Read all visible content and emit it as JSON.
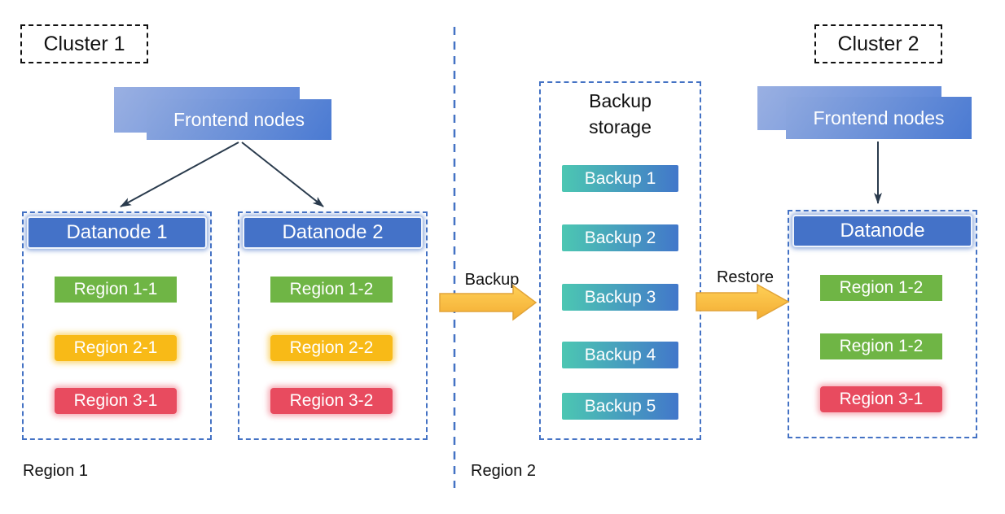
{
  "diagram": {
    "cluster1": {
      "label": "Cluster 1",
      "frontend_label": "Frontend nodes",
      "datanodes": [
        {
          "title": "Datanode 1",
          "regions": [
            {
              "label": "Region 1-1",
              "color": "green"
            },
            {
              "label": "Region 2-1",
              "color": "yellow"
            },
            {
              "label": "Region 3-1",
              "color": "red"
            }
          ]
        },
        {
          "title": "Datanode 2",
          "regions": [
            {
              "label": "Region 1-2",
              "color": "green"
            },
            {
              "label": "Region 2-2",
              "color": "yellow"
            },
            {
              "label": "Region 3-2",
              "color": "red"
            }
          ]
        }
      ],
      "region_label": "Region 1"
    },
    "backup_storage": {
      "title": "Backup storage",
      "items": [
        "Backup 1",
        "Backup 2",
        "Backup 3",
        "Backup 4",
        "Backup 5"
      ]
    },
    "cluster2": {
      "label": "Cluster 2",
      "frontend_label": "Frontend nodes",
      "datanode": {
        "title": "Datanode",
        "regions": [
          {
            "label": "Region 1-2",
            "color": "green"
          },
          {
            "label": "Region 1-2",
            "color": "green"
          },
          {
            "label": "Region 3-1",
            "color": "red"
          }
        ]
      },
      "region_label": "Region 2"
    },
    "flows": {
      "backup": "Backup",
      "restore": "Restore"
    },
    "colors": {
      "dashed_border_blue": "#4472C4",
      "datanode_header_blue": "#4472C8",
      "frontend_gradient_start": "#8EA8DF",
      "frontend_gradient_end": "#4A7AD2",
      "region_green": "#6FB545",
      "region_yellow": "#F8BA17",
      "region_red": "#E84B5F",
      "backup_gradient_start": "#4CC7B2",
      "backup_gradient_end": "#4277CA",
      "flow_arrow_gold": "#FBBC2F",
      "connector_dark": "#2A3B4D"
    }
  }
}
